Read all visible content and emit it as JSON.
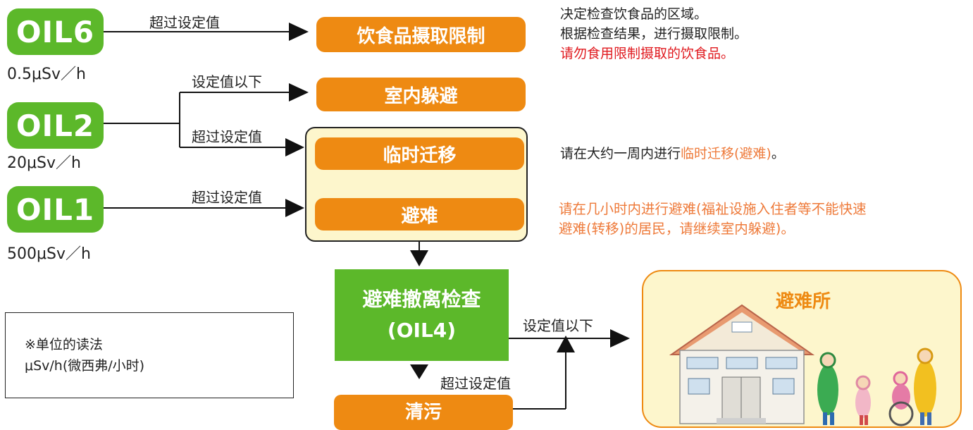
{
  "oil6": {
    "label": "OIL6",
    "value": "0.5μSv／h"
  },
  "oil2": {
    "label": "OIL2",
    "value": "20μSv／h"
  },
  "oil1": {
    "label": "OIL1",
    "value": "500μSv／h"
  },
  "labels": {
    "exceed_top": "超过设定值",
    "below_oil2": "设定值以下",
    "exceed_oil2": "超过设定值",
    "exceed_oil1": "超过设定值",
    "below_check": "设定值以下",
    "exceed_check": "超过设定值"
  },
  "boxes": {
    "food": "饮食品摄取限制",
    "indoor": "室内躲避",
    "relocation": "临时迁移",
    "evacuation": "避难",
    "check_line1": "避难撤离检查",
    "check_line2": "(OIL4)",
    "decon": "清污",
    "shelter": "避难所"
  },
  "notes": {
    "food_line1": "决定检查饮食品的区域。",
    "food_line2": "根据检查结果，进行摄取限制。",
    "food_line3": "请勿食用限制摄取的饮食品。",
    "reloc_prefix": "请在大约一周内进行",
    "reloc_highlight": "临时迁移(避难)",
    "reloc_suffix": "。",
    "evac_line1": "请在几小时内进行避难(福祉设施入住者等不能快速",
    "evac_line2": "避难(转移)的居民，请继续室内躲避)。",
    "unit_line1": "※单位的读法",
    "unit_line2": "μSv/h(微西弗/小时)"
  },
  "colors": {
    "green": "#5cb82a",
    "orange": "#ee8a12",
    "red": "#e0191e",
    "note_orange": "#ee7a3a",
    "cream": "#fdf6cc"
  }
}
